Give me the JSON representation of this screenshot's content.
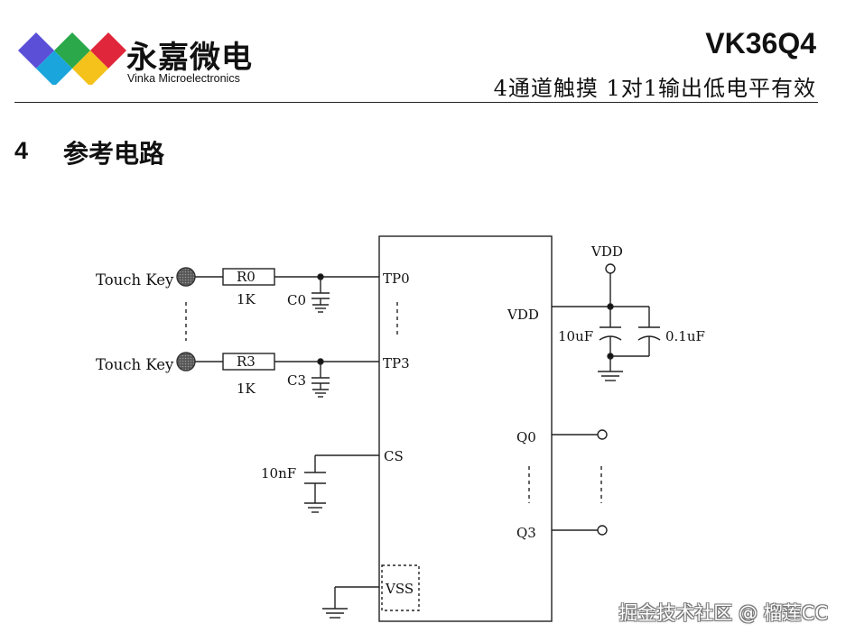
{
  "header": {
    "brand_cn": "永嘉微电",
    "brand_en": "Vinka Microelectronics",
    "product_code": "VK36Q4",
    "product_desc": "4通道触摸 1对1输出低电平有效",
    "logo_colors": [
      "#5b4fd8",
      "#2aa84a",
      "#e0263a",
      "#1aa5dc",
      "#f5c21b"
    ]
  },
  "section": {
    "number": "4",
    "title": "参考电路"
  },
  "schematic": {
    "touch_keys": [
      {
        "label": "Touch Key",
        "resistor": "R0",
        "resistor_value": "1K",
        "capacitor": "C0",
        "pin": "TP0"
      },
      {
        "label": "Touch Key",
        "resistor": "R3",
        "resistor_value": "1K",
        "capacitor": "C3",
        "pin": "TP3"
      }
    ],
    "cs": {
      "pin": "CS",
      "capacitor_value": "10nF"
    },
    "vss": {
      "pin": "VSS"
    },
    "power": {
      "pin": "VDD",
      "supply_label": "VDD",
      "cap_large": "10uF",
      "cap_small": "0.1uF"
    },
    "outputs": [
      "Q0",
      "Q3"
    ]
  },
  "watermark": "掘金技术社区 @ 榴莲CC"
}
